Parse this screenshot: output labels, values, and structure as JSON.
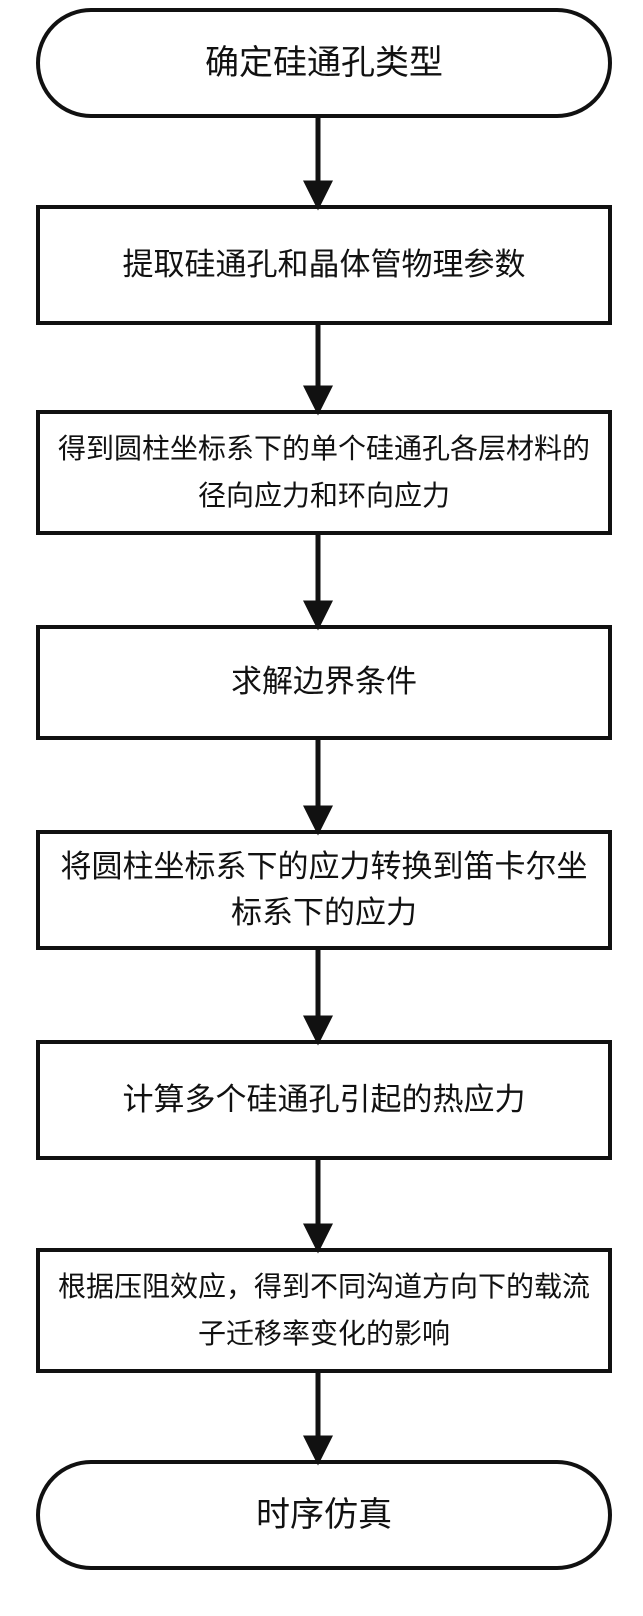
{
  "flowchart": {
    "steps": [
      {
        "id": "start",
        "shape": "terminal",
        "text": "确定硅通孔类型"
      },
      {
        "id": "step1",
        "shape": "process",
        "text": "提取硅通孔和晶体管物理参数"
      },
      {
        "id": "step2",
        "shape": "process",
        "text": "得到圆柱坐标系下的单个硅通孔各层材料的径向应力和环向应力"
      },
      {
        "id": "step3",
        "shape": "process",
        "text": "求解边界条件"
      },
      {
        "id": "step4",
        "shape": "process",
        "text": "将圆柱坐标系下的应力转换到笛卡尔坐标系下的应力"
      },
      {
        "id": "step5",
        "shape": "process",
        "text": "计算多个硅通孔引起的热应力"
      },
      {
        "id": "step6",
        "shape": "process",
        "text": "根据压阻效应，得到不同沟道方向下的载流子迁移率变化的影响"
      },
      {
        "id": "end",
        "shape": "terminal",
        "text": "时序仿真"
      }
    ],
    "colors": {
      "stroke": "#111111",
      "fill": "#ffffff",
      "text": "#111111"
    }
  }
}
